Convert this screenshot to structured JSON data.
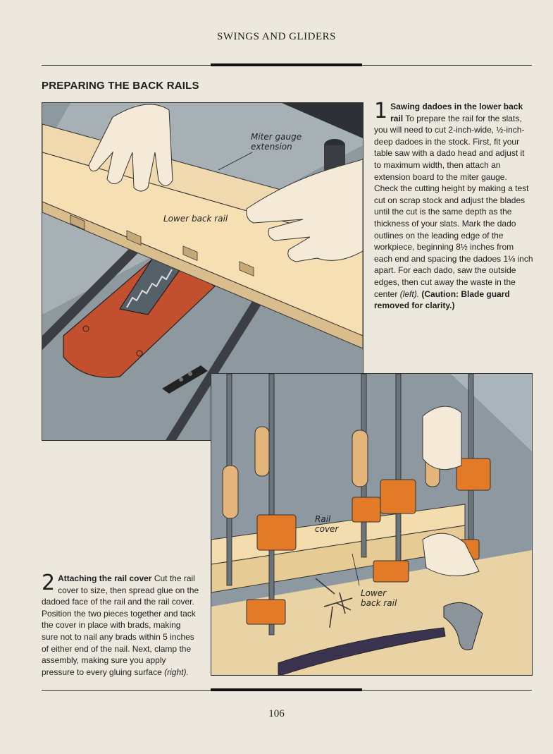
{
  "header": {
    "title": "SWINGS AND GLIDERS"
  },
  "section": {
    "title": "PREPARING THE BACK RAILS"
  },
  "figure1": {
    "labels": {
      "miter_line1": "Miter gauge",
      "miter_line2": "extension",
      "lower_back_rail": "Lower back rail"
    }
  },
  "figure2": {
    "labels": {
      "rail_line1": "Rail",
      "rail_line2": "cover",
      "lower_line1": "Lower",
      "lower_line2": "back rail"
    }
  },
  "step1": {
    "number": "1",
    "heading": "Sawing dadoes in the lower back rail",
    "body": "To prepare the rail for the slats, you will need to cut 2-inch-wide, ½-inch-deep dadoes in the stock. First, fit your table saw with a dado head and adjust it to maximum width, then attach an extension board to the miter gauge. Check the cutting height by making a test cut on scrap stock and adjust the blades until the cut is the same depth as the thickness of your slats. Mark the dado outlines on the leading edge of the workpiece, beginning 8½ inches from each end and spacing the dadoes 1⅛ inch apart. For each dado, saw the outside edges, then cut away the waste in the center",
    "ref": "(left).",
    "caution": "(Caution: Blade guard removed for clarity.)"
  },
  "step2": {
    "number": "2",
    "heading": "Attaching the rail cover",
    "body": "Cut the rail cover to size, then spread glue on the dadoed face of the rail and the rail cover. Position the two pieces together and tack the cover in place with brads, making sure not to nail any brads within 5 inches of either end of the nail. Next, clamp the assembly, making sure you apply pressure to every gluing surface",
    "ref": "(right)."
  },
  "footer": {
    "page_number": "106"
  }
}
